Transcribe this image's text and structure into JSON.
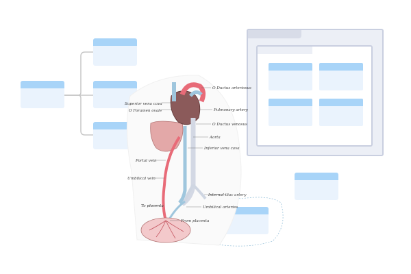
{
  "labels": {
    "ductus_arteriosus": "O Ductus arteriosus",
    "superior_vena_cava": "Superior vena cava",
    "foramen_ovale": "O Foramen ovale",
    "pulmonary_artery": "Pulmonary artery",
    "ductus_venosus": "O Ductus venosus",
    "aorta": "Aorta",
    "inferior_vena_cava": "Inferior vena cava",
    "portal_vein": "Portal vein",
    "umbilical_vein": "Umbilical vein",
    "internal_iliac_artery": "Internal iliac artery",
    "to_placenta": "To placenta",
    "umbilical_arteries": "Umbilical arteries",
    "from_placenta": "From placenta"
  },
  "colors": {
    "card_header": "#a8d4f8",
    "card_body": "#eaf3fd",
    "connector": "#c7c7c7",
    "panel_border": "#c9cfe0",
    "artery_red": "#e86b78",
    "vein_blue": "#9fc6dd"
  }
}
